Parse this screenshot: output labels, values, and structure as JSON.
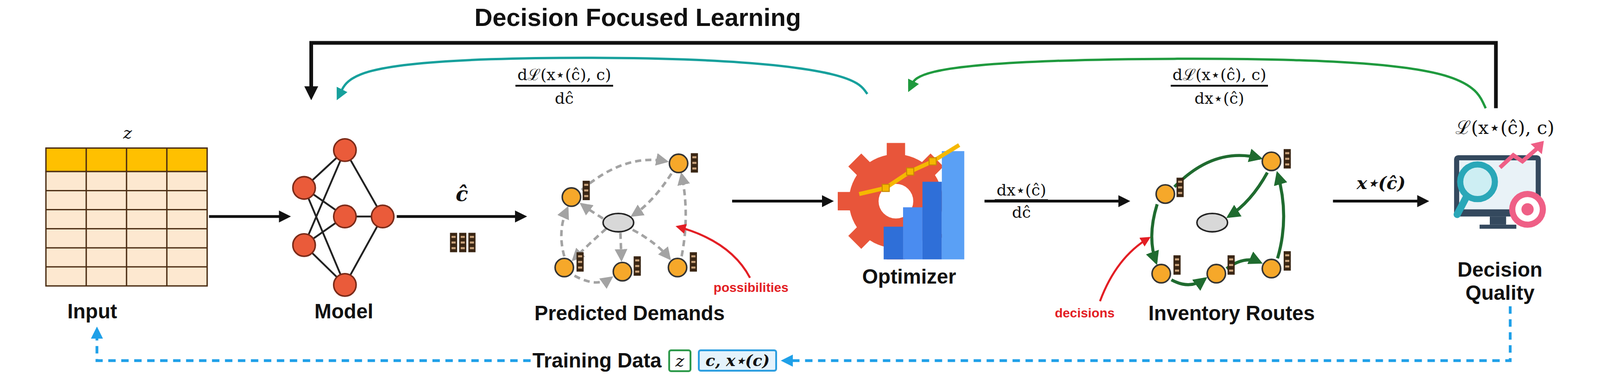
{
  "diagram": {
    "title": "Decision Focused Learning",
    "nodes": [
      {
        "text": [
          "Input"
        ]
      },
      {
        "text": [
          "Model"
        ]
      },
      {
        "text": [
          "Predicted Demands"
        ]
      },
      {
        "text": [
          "Optimizer"
        ]
      },
      {
        "text": [
          "Inventory Routes"
        ]
      },
      {
        "text": [
          "Decision Quality"
        ]
      },
      {
        "text": [
          "Training Data"
        ]
      },
      {
        "text": [
          "z"
        ],
        "in": 6
      },
      {
        "text": [
          "c, x⋆(c)"
        ],
        "in": 6
      }
    ],
    "edges": [
      {
        "from": 0,
        "to": 1,
        "arrow": "to"
      },
      {
        "from": 1,
        "to": 2,
        "arrow": "to",
        "label": "ĉ"
      },
      {
        "from": 2,
        "to": 3,
        "arrow": "to"
      },
      {
        "from": 3,
        "to": 4,
        "arrow": "to"
      },
      {
        "from": 4,
        "to": 5,
        "arrow": "to",
        "label": "x⋆(ĉ)"
      },
      {
        "from": 5,
        "to": 1,
        "arrow": "to"
      },
      {
        "from": 5,
        "to": 3,
        "arrow": "to"
      },
      {
        "from": 3,
        "to": 1,
        "arrow": "to"
      },
      {
        "from": 5,
        "to": 6,
        "arrow": "to"
      },
      {
        "from": 6,
        "to": 0,
        "arrow": "to"
      }
    ],
    "labels": [
      "z",
      "dℒ(x⋆(ĉ), c)",
      "dĉ",
      "possibilities",
      "dx⋆(ĉ)",
      "dĉ",
      "dℒ(x⋆(ĉ), c)",
      "dx⋆(ĉ)",
      "decisions",
      "ℒ(x⋆(ĉ), c)"
    ]
  }
}
